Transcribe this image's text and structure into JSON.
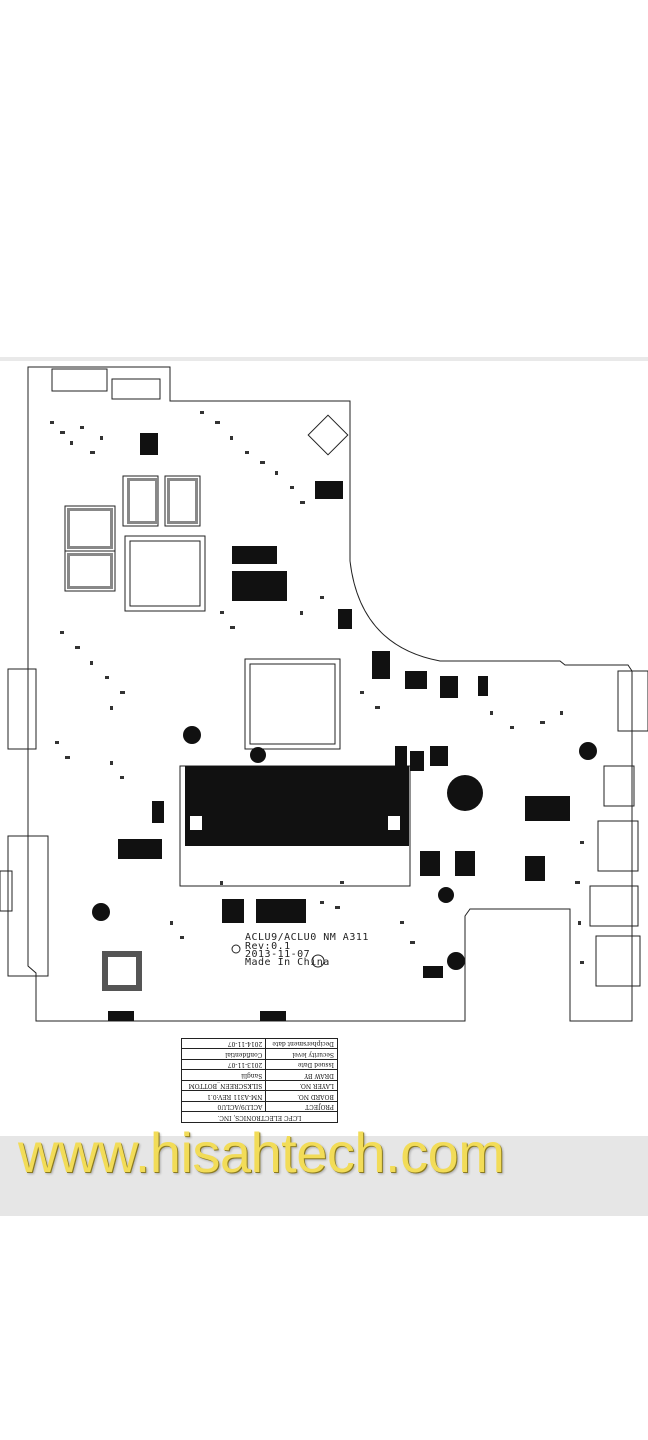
{
  "board": {
    "label_line1": "ACLU9/ACLU0 NM A311",
    "label_line2": "Rev:0.1",
    "label_line3": "2013-11-07",
    "label_line4": "Made In China"
  },
  "title_block": {
    "company": "LCFC ELECTRONICS, INC.",
    "rows": [
      {
        "label": "PROJECT",
        "value": "ACLU9/ACLU0"
      },
      {
        "label": "BOARD NO.",
        "value": "NM-A311  REV:0.1"
      },
      {
        "label": "LAYER NO.",
        "value": "SILKSCREEN_BOTTOM"
      },
      {
        "label": "DRAW BY",
        "value": "Sanglii"
      },
      {
        "label": "Issued Date",
        "value": "2013-11-07"
      },
      {
        "label": "Security level",
        "value": "Confidential"
      },
      {
        "label": "Deciphersment date",
        "value": "2014-11-07"
      }
    ]
  },
  "watermark": {
    "text": "www.hisahtech.com"
  }
}
